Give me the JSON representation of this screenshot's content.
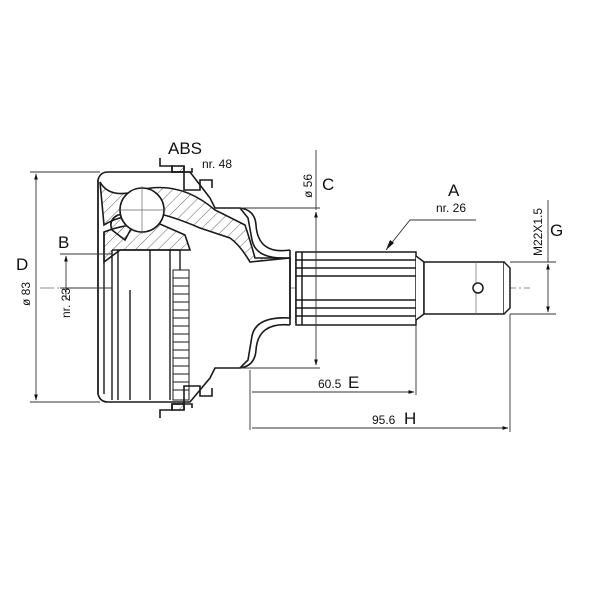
{
  "drawing": {
    "title": "CV joint technical drawing",
    "labels": {
      "abs": "ABS",
      "abs_nr": "nr. 48",
      "a": "A",
      "a_nr": "nr. 26",
      "b": "B",
      "b_nr": "nr. 23",
      "c": "C",
      "c_dim": "ø 56",
      "d": "D",
      "d_dim": "ø 83",
      "e": "E",
      "e_dim": "60.5",
      "g": "G",
      "g_dim": "M22X1.5",
      "h": "H",
      "h_dim": "95.6"
    },
    "colors": {
      "line": "#1a1a1a",
      "dim": "#333333",
      "hatch": "#555555",
      "background": "#ffffff"
    }
  }
}
